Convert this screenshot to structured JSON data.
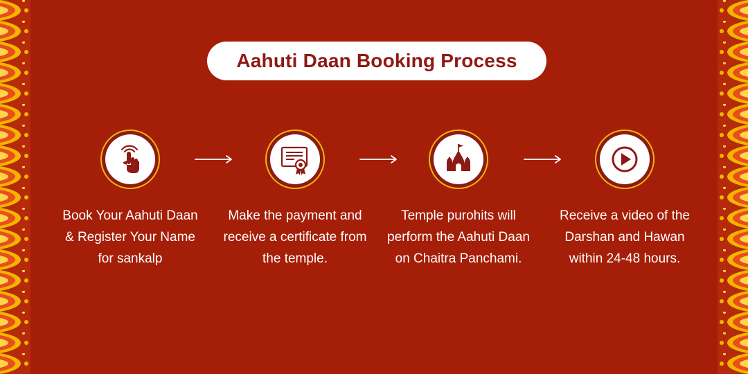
{
  "title": "Aahuti Daan Booking Process",
  "colors": {
    "background": "#a51e08",
    "title_text": "#8e1a14",
    "icon_fill": "#8e1a14",
    "ring": "#f2b705"
  },
  "steps": [
    {
      "icon": "tap-hand-icon",
      "text": "Book Your Aahuti Daan & Register Your Name for sankalp"
    },
    {
      "icon": "certificate-icon",
      "text": "Make the payment and receive a certificate from the temple."
    },
    {
      "icon": "temple-icon",
      "text": "Temple purohits will perform the Aahuti Daan on Chaitra Panchami."
    },
    {
      "icon": "play-video-icon",
      "text": "Receive a video of the Darshan and Hawan within 24-48 hours."
    }
  ]
}
